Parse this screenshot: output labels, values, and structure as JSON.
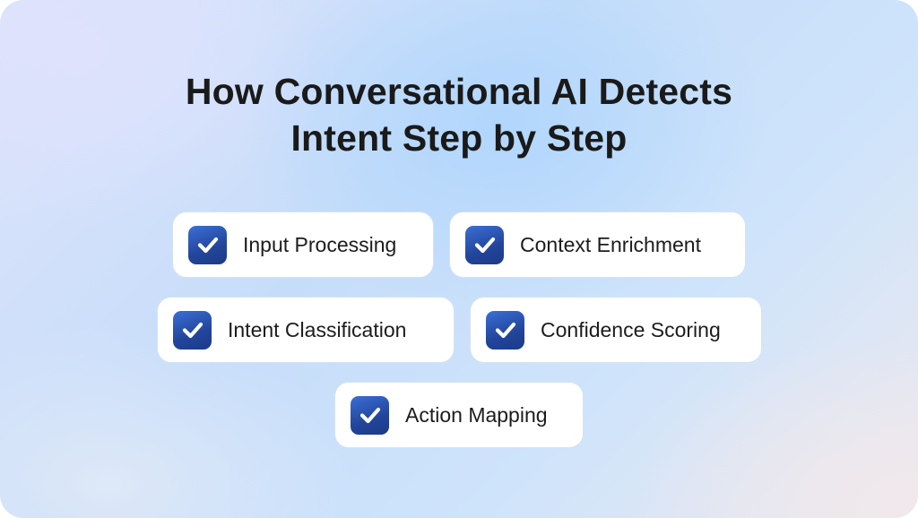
{
  "title": {
    "line1": "How Conversational AI Detects",
    "line2": "Intent Step by Step"
  },
  "steps": [
    {
      "label": "Input Processing",
      "icon": "check-icon",
      "checked": true
    },
    {
      "label": "Context Enrichment",
      "icon": "check-icon",
      "checked": true
    },
    {
      "label": "Intent Classification",
      "icon": "check-icon",
      "checked": true
    },
    {
      "label": "Confidence Scoring",
      "icon": "check-icon",
      "checked": true
    },
    {
      "label": "Action Mapping",
      "icon": "check-icon",
      "checked": true
    }
  ],
  "colors": {
    "check_bg": "#22459b",
    "check_mark": "#ffffff",
    "card_bg": "#ffffff",
    "card_border": "#d4e2f4",
    "text": "#1a1a1a"
  }
}
